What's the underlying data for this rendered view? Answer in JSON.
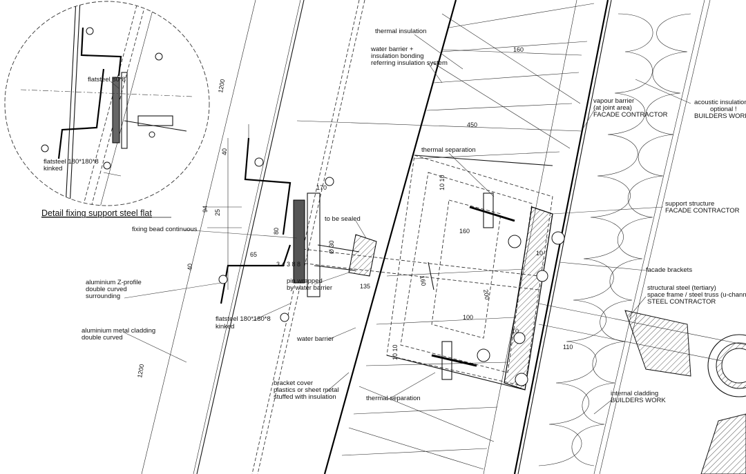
{
  "detail_title": "Detail fixing support steel flat",
  "labels": {
    "thermal_insulation": "thermal insulation",
    "water_barrier_bonding_1": "water barrier +",
    "water_barrier_bonding_2": "insulation bonding",
    "water_barrier_bonding_3": "referring insulation system",
    "vapour_1": "vapour barrier",
    "vapour_2": "(at joint area)",
    "vapour_3": "FACADE CONTRACTOR",
    "acoustic_1": "acoustic insulation",
    "acoustic_2": "optional !",
    "acoustic_3": "BUILDERS WORK",
    "thermal_separation_top": "thermal separation",
    "support_1": "support structure",
    "support_2": "FACADE CONTRACTOR",
    "to_be_sealed": "to be sealed",
    "fixing_bead": "fixing bead continuous",
    "facade_brackets": "facade brackets",
    "structural_1": "structural steel (tertiary)",
    "structural_2": "space frame / steel truss (u-channel)",
    "structural_3": "STEEL CONTRACTOR",
    "alu_z_1": "aluminium Z-profile",
    "alu_z_2": "double curved",
    "alu_z_3": "surrounding",
    "pin_1": "pin wrapped",
    "pin_2": "by water barrier",
    "flatsteel_main_1": "flatsteel 180*180*8",
    "flatsteel_main_2": "kinked",
    "alu_cladding_1": "aluminium metal cladding",
    "alu_cladding_2": "double curved",
    "water_barrier": "water barrier",
    "bracket_cover_1": "bracket cover",
    "bracket_cover_2": "plastics or sheet metal",
    "bracket_cover_3": "stuffed with insulation",
    "thermal_separation_bottom": "thermal separation",
    "internal_1": "internal cladding",
    "internal_2": "BUILDERS WORK",
    "detail_flatsteel_80": "flatsteel 80*8",
    "detail_flatsteel_180_1": "flatsteel 180*180*8",
    "detail_flatsteel_180_2": "kinked"
  },
  "dimensions": {
    "d160_top": "160",
    "d450": "450",
    "d170": "170",
    "d160_mid": "160",
    "d40_top": "40",
    "d94": "94",
    "d25": "25",
    "d80": "80",
    "d65": "65",
    "d40_bot": "40",
    "d_small": "3 4 3 8 8",
    "d_pin": "Ø 30",
    "d135": "135",
    "d160_v": "160",
    "d200": "200",
    "d100": "100",
    "d10_a": "10 10",
    "d10_b": "10 10",
    "d110": "110",
    "d10_c": "10",
    "d10_d": "10",
    "r1200_top": "1200",
    "r1200_bot": "1200"
  }
}
